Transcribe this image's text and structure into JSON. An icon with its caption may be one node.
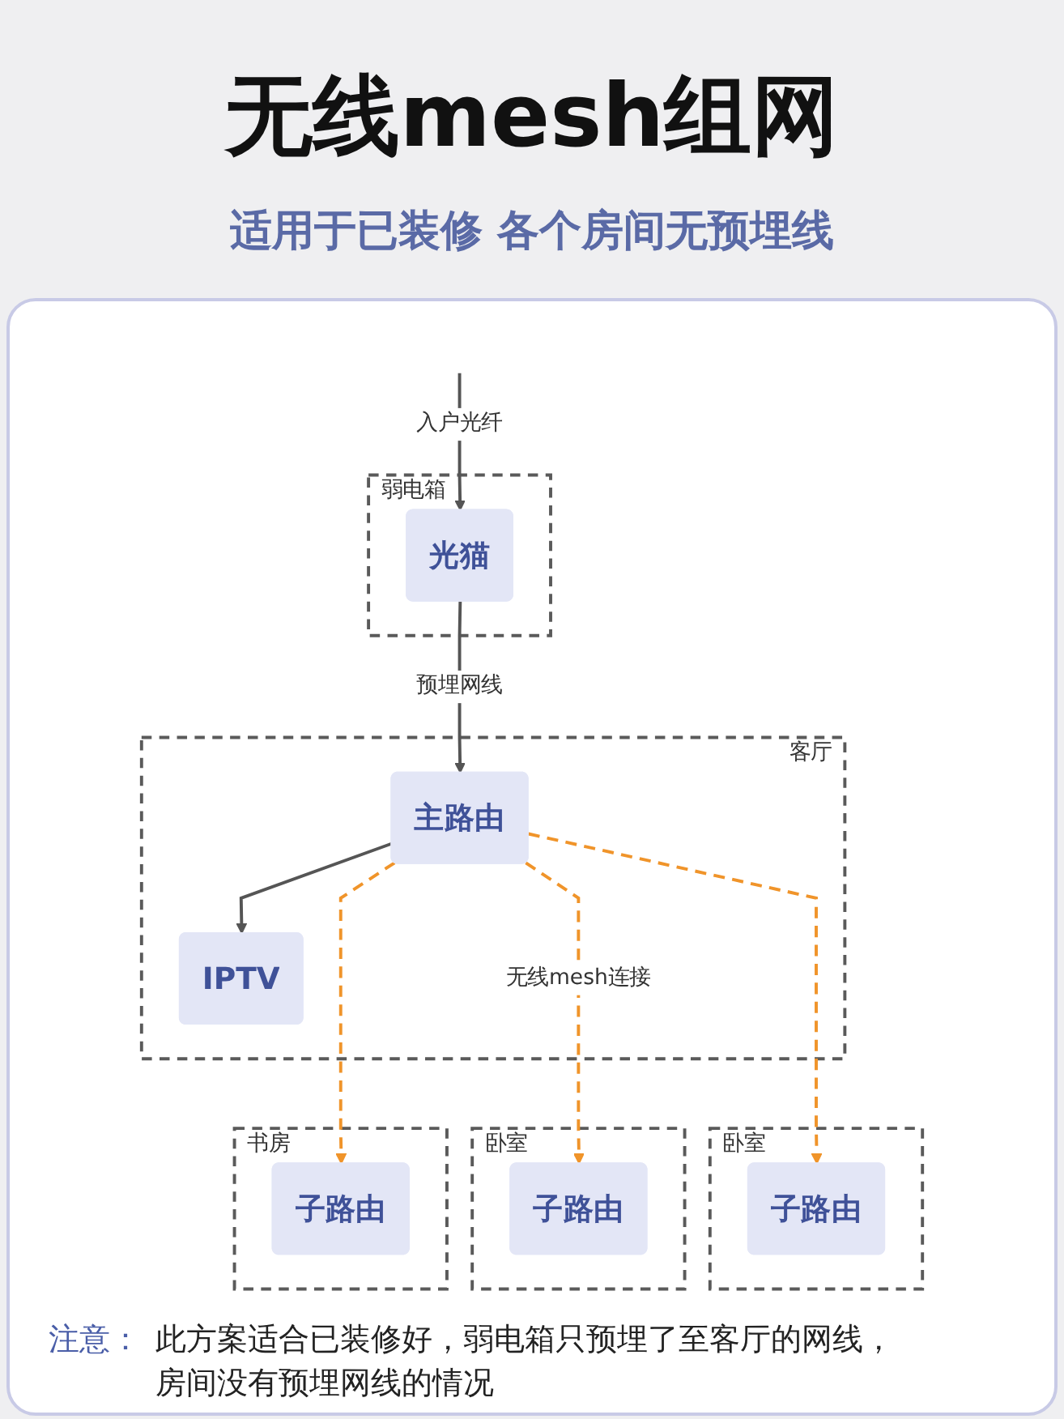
{
  "diagram": {
    "title": "无线mesh组网",
    "nodes": [
      {
        "text": [
          "弱电箱"
        ]
      },
      {
        "text": [
          "光猫"
        ],
        "in": 0
      },
      {
        "text": [
          "客厅"
        ]
      },
      {
        "text": [
          "主路由"
        ],
        "in": 2
      },
      {
        "text": [
          "IPTV"
        ],
        "in": 2
      },
      {
        "text": [
          "书房"
        ]
      },
      {
        "text": [
          "子路由"
        ],
        "in": 5
      },
      {
        "text": [
          "卧室"
        ]
      },
      {
        "text": [
          "子路由"
        ],
        "in": 7
      },
      {
        "text": [
          "卧室"
        ]
      },
      {
        "text": [
          "子路由"
        ],
        "in": 9
      }
    ],
    "edges": [
      {
        "from": null,
        "to": 1,
        "arrow": "to",
        "label": "入户光纤"
      },
      {
        "from": 1,
        "to": 3,
        "arrow": "to",
        "label": "预埋网线"
      },
      {
        "from": 3,
        "to": 4,
        "arrow": "to"
      },
      {
        "from": 3,
        "to": 6,
        "arrow": "to",
        "style": "dashed",
        "color": "#f0942a"
      },
      {
        "from": 3,
        "to": 8,
        "arrow": "to",
        "style": "dashed",
        "color": "#f0942a",
        "label": "无线mesh连接"
      },
      {
        "from": 3,
        "to": 10,
        "arrow": "to",
        "style": "dashed",
        "color": "#f0942a"
      }
    ],
    "labels": [
      "适用于已装修 各个房间无预埋线",
      "注意：",
      "此方案适合已装修好，弱电箱只预埋了至客厅的网线，房间没有预埋网线的情况"
    ]
  }
}
